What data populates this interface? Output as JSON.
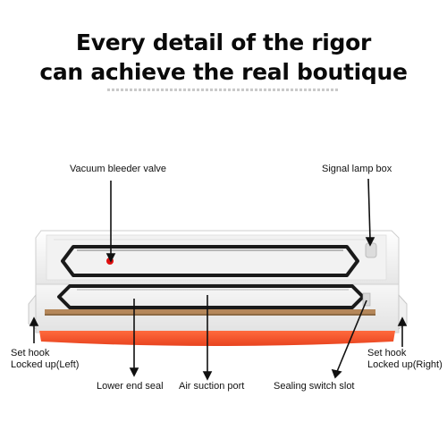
{
  "headline": {
    "line1": "Every detail of the rigor",
    "line2": "can achieve the real boutique"
  },
  "colors": {
    "accent_orange": "#f2542d",
    "body_white": "#f4f4f4",
    "gasket_black": "#1a1a1a",
    "heat_strip": "#b5875a"
  },
  "labels": {
    "vacuum_bleeder_valve": "Vacuum bleeder valve",
    "signal_lamp_box": "Signal lamp box",
    "set_hook_left_1": "Set hook",
    "set_hook_left_2": "Locked up(Left)",
    "lower_end_seal": "Lower end seal",
    "air_suction_port": "Air suction port",
    "sealing_switch_slot": "Sealing switch slot",
    "set_hook_right_1": "Set hook",
    "set_hook_right_2": "Locked up(Right)"
  }
}
